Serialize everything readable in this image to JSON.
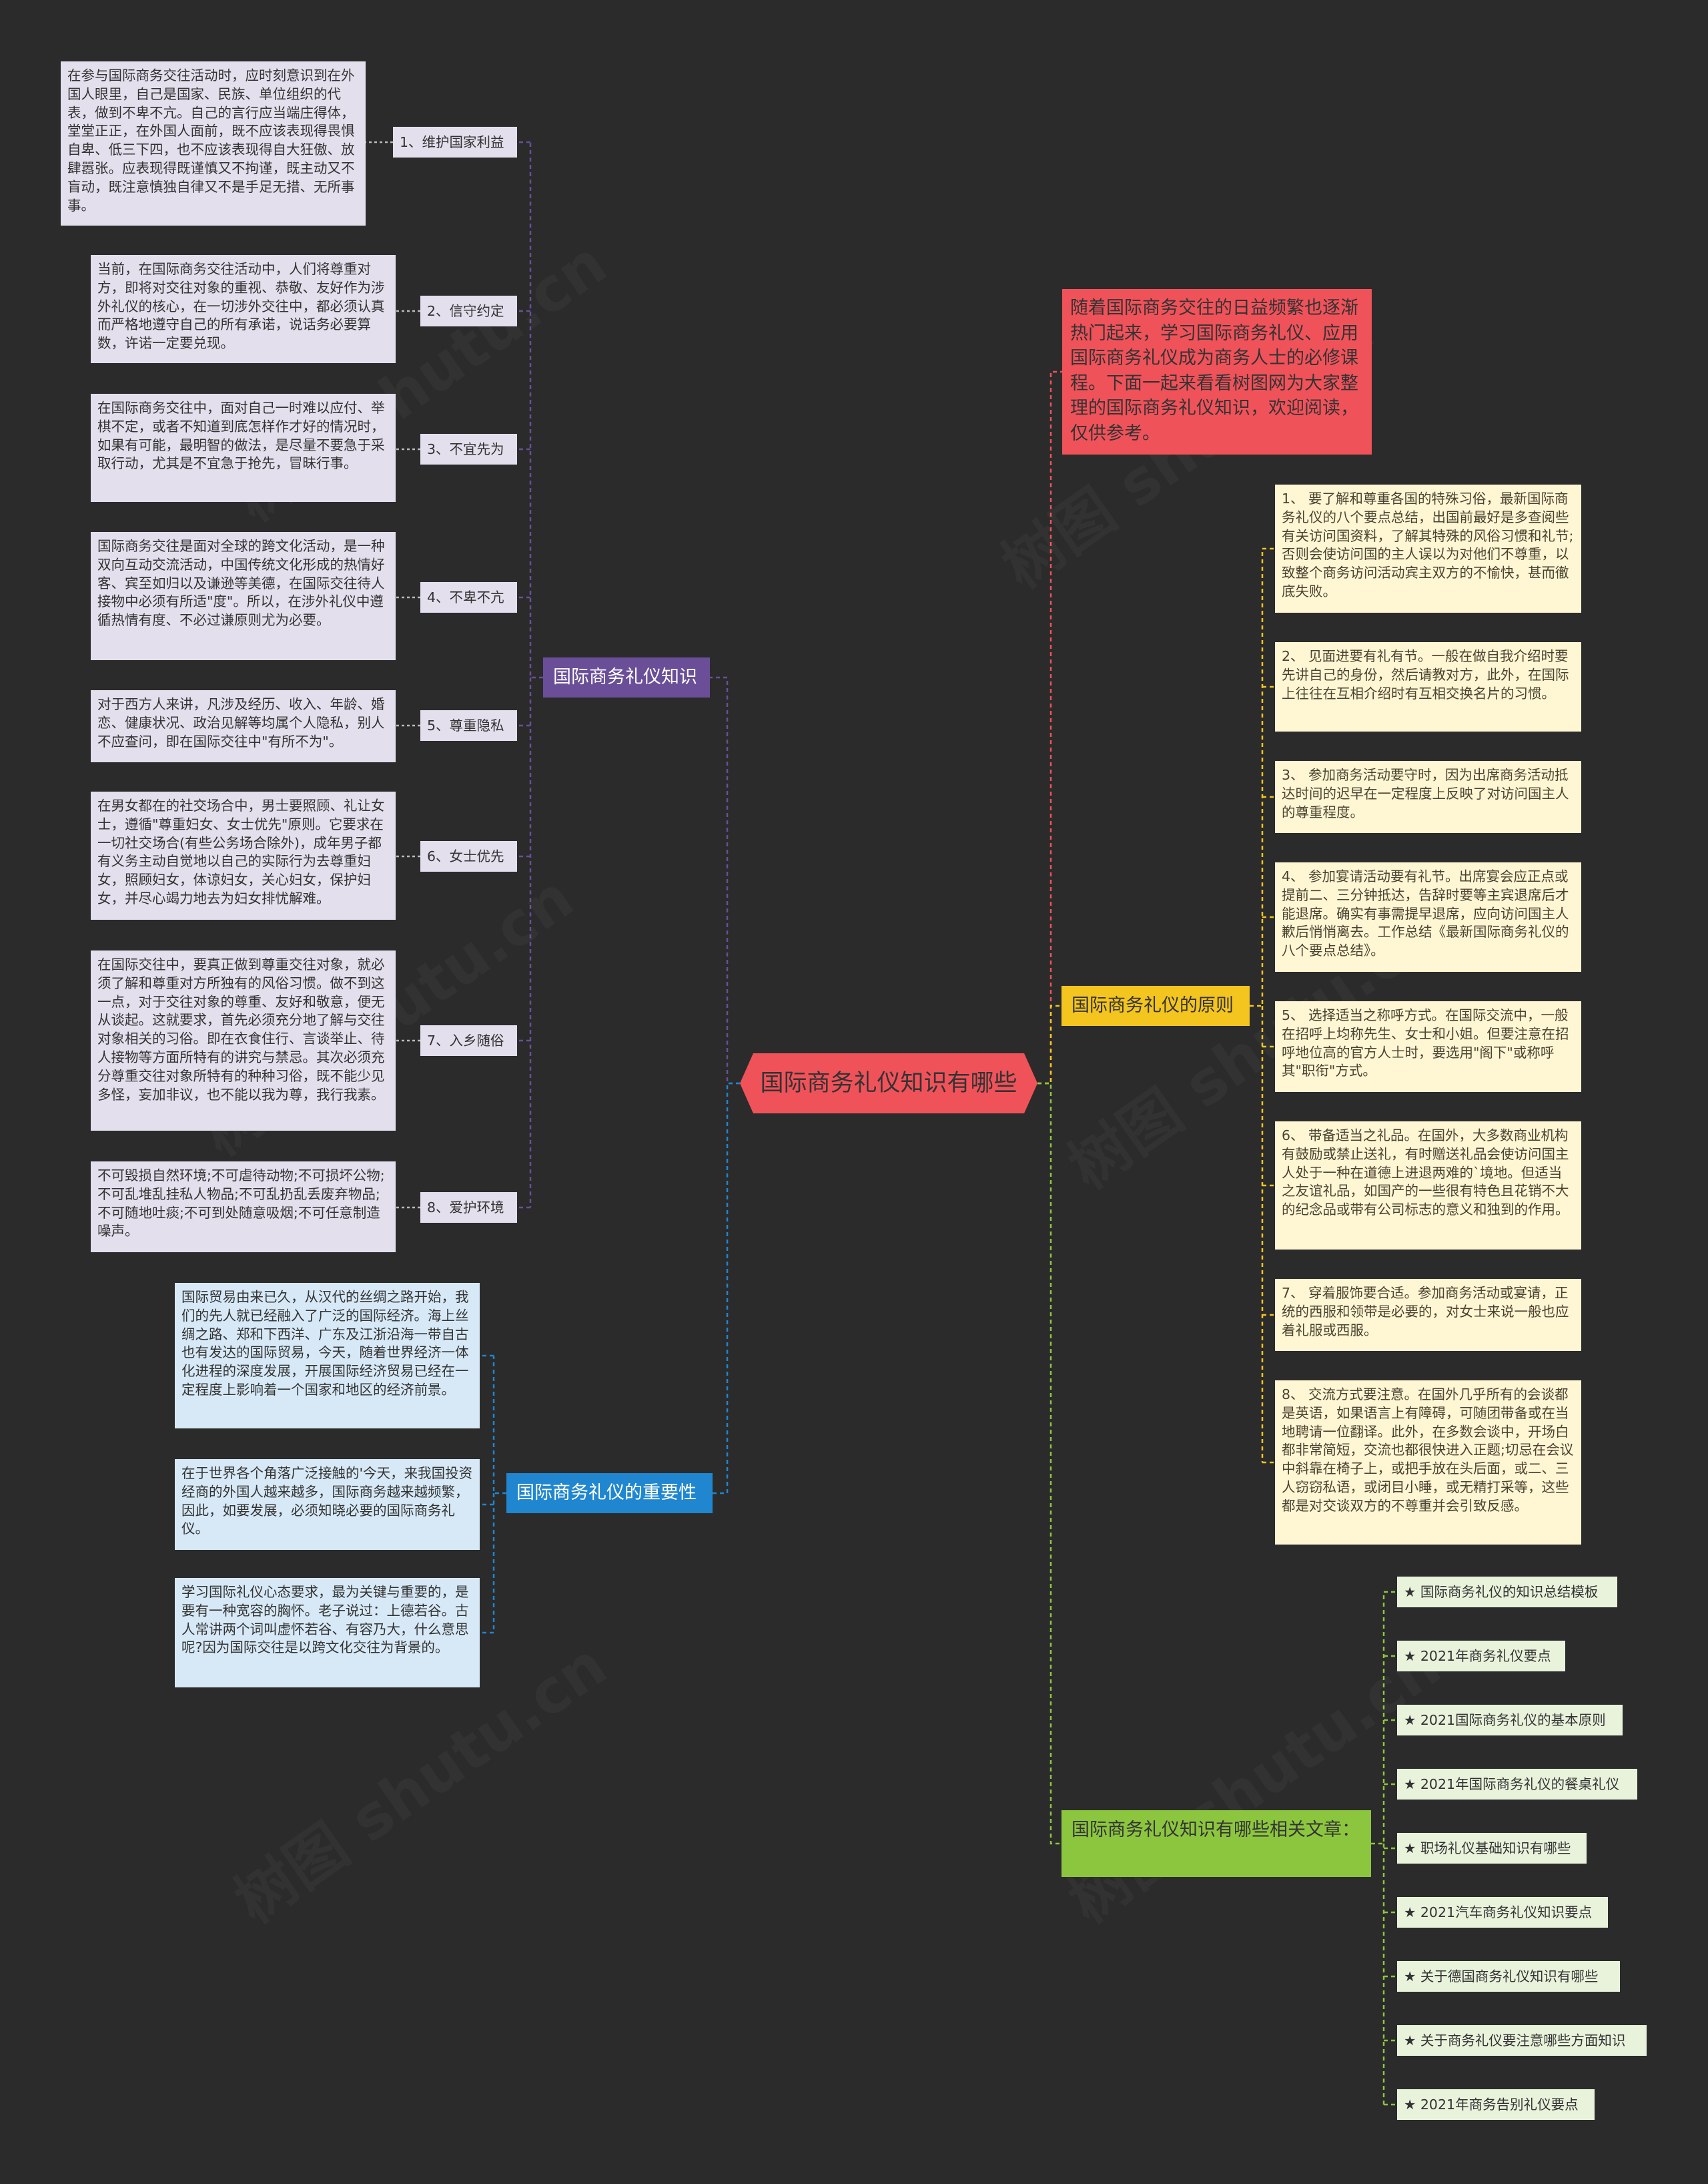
{
  "root": "国际商务礼仪知识有哪些",
  "intro": "随着国际商务交往的日益频繁也逐渐热门起来，学习国际商务礼仪、应用国际商务礼仪成为商务人士的必修课程。下面一起来看看树图网为大家整理的国际商务礼仪知识，欢迎阅读，仅供参考。",
  "branches": {
    "knowledge": {
      "label": "国际商务礼仪知识",
      "items": [
        {
          "label": "1、维护国家利益",
          "desc": "在参与国际商务交往活动时，应时刻意识到在外国人眼里，自己是国家、民族、单位组织的代表，做到不卑不亢。自己的言行应当端庄得体，堂堂正正，在外国人面前，既不应该表现得畏惧自卑、低三下四，也不应该表现得自大狂傲、放肆嚣张。应表现得既谨慎又不拘谨，既主动又不盲动，既注意慎独自律又不是手足无措、无所事事。"
        },
        {
          "label": "2、信守约定",
          "desc": "当前，在国际商务交往活动中，人们将尊重对方，即将对交往对象的重视、恭敬、友好作为涉外礼仪的核心，在一切涉外交往中，都必须认真而严格地遵守自己的所有承诺，说话务必要算数，许诺一定要兑现。"
        },
        {
          "label": "3、不宜先为",
          "desc": "在国际商务交往中，面对自己一时难以应付、举棋不定，或者不知道到底怎样作才好的情况时，如果有可能，最明智的做法，是尽量不要急于采取行动，尤其是不宜急于抢先，冒昧行事。"
        },
        {
          "label": "4、不卑不亢",
          "desc": "国际商务交往是面对全球的跨文化活动，是一种双向互动交流活动，中国传统文化形成的热情好客、宾至如归以及谦逊等美德，在国际交往待人接物中必须有所适\"度\"。所以，在涉外礼仪中遵循热情有度、不必过谦原则尤为必要。"
        },
        {
          "label": "5、尊重隐私",
          "desc": "对于西方人来讲，凡涉及经历、收入、年龄、婚恋、健康状况、政治见解等均属个人隐私，别人不应查问，即在国际交往中\"有所不为\"。"
        },
        {
          "label": "6、女士优先",
          "desc": "在男女都在的社交场合中，男士要照顾、礼让女士，遵循\"尊重妇女、女士优先\"原则。它要求在一切社交场合(有些公务场合除外)，成年男子都有义务主动自觉地以自己的实际行为去尊重妇女，照顾妇女，体谅妇女，关心妇女，保护妇女，并尽心竭力地去为妇女排忧解难。"
        },
        {
          "label": "7、入乡随俗",
          "desc": "在国际交往中，要真正做到尊重交往对象，就必须了解和尊重对方所独有的风俗习惯。做不到这一点，对于交往对象的尊重、友好和敬意，便无从谈起。这就要求，首先必须充分地了解与交往对象相关的习俗。即在衣食住行、言谈举止、待人接物等方面所特有的讲究与禁忌。其次必须充分尊重交往对象所特有的种种习俗，既不能少见多怪，妄加非议，也不能以我为尊，我行我素。"
        },
        {
          "label": "8、爱护环境",
          "desc": "不可毁损自然环境;不可虐待动物;不可损坏公物;不可乱堆乱挂私人物品;不可乱扔乱丢废弃物品;不可随地吐痰;不可到处随意吸烟;不可任意制造噪声。"
        }
      ]
    },
    "importance": {
      "label": "国际商务礼仪的重要性",
      "items": [
        "国际贸易由来已久，从汉代的丝绸之路开始，我们的先人就已经融入了广泛的国际经济。海上丝绸之路、郑和下西洋、广东及江浙沿海一带自古也有发达的国际贸易，今天，随着世界经济一体化进程的深度发展，开展国际经济贸易已经在一定程度上影响着一个国家和地区的经济前景。",
        "在于世界各个角落广泛接触的'今天，来我国投资经商的外国人越来越多，国际商务越来越频繁，因此，如要发展，必须知晓必要的国际商务礼仪。",
        "学习国际礼仪心态要求，最为关键与重要的，是要有一种宽容的胸怀。老子说过：上德若谷。古人常讲两个词叫虚怀若谷、有容乃大，什么意思呢?因为国际交往是以跨文化交往为背景的。"
      ]
    },
    "principles": {
      "label": "国际商务礼仪的原则",
      "items": [
        "1、 要了解和尊重各国的特殊习俗，最新国际商务礼仪的八个要点总结，出国前最好是多查阅些有关访问国资料，了解其特殊的风俗习惯和礼节;否则会使访问国的主人误以为对他们不尊重，以致整个商务访问活动宾主双方的不愉快，甚而徹底失败。",
        "2、 见面进要有礼有节。一般在做自我介绍时要先讲自己的身份，然后请教对方，此外，在国际上往往在互相介绍时有互相交换名片的习惯。",
        "3、 参加商务活动要守时，因为出席商务活动抵达时间的迟早在一定程度上反映了对访问国主人的尊重程度。",
        "4、 参加宴请活动要有礼节。出席宴会应正点或提前二、三分钟抵达，告辞时要等主宾退席后才能退席。确实有事需提早退席，应向访问国主人歉后悄悄离去。工作总结《最新国际商务礼仪的八个要点总结》。",
        "5、 选择适当之称呼方式。在国际交流中，一般在招呼上均称先生、女士和小姐。但要注意在招呼地位高的官方人士时，要选用\"阁下\"或称呼其\"职衔\"方式。",
        "6、 带备适当之礼品。在国外，大多数商业机构有鼓励或禁止送礼，有时赠送礼品会使访问国主人处于一种在道德上进退两难的`境地。但适当之友谊礼品，如国产的一些很有特色且花销不大的纪念品或带有公司标志的意义和独到的作用。",
        "7、 穿着服饰要合适。参加商务活动或宴请，正统的西服和领带是必要的，对女士来说一般也应着礼服或西服。",
        "8、 交流方式要注意。在国外几乎所有的会谈都是英语，如果语言上有障碍，可随团带备或在当地聘请一位翻译。此外，在多数会谈中，开场白都非常简短，交流也都很快进入正题;切忌在会议中斜靠在椅子上，或把手放在头后面，或二、三人窃窃私语，或闭目小睡，或无精打采等，这些都是对交谈双方的不尊重并会引致反感。"
      ]
    },
    "related": {
      "label": "国际商务礼仪知识有哪些相关文章：",
      "items": [
        "★ 国际商务礼仪的知识总结模板",
        "★ 2021年商务礼仪要点",
        "★ 2021国际商务礼仪的基本原则",
        "★ 2021年国际商务礼仪的餐桌礼仪",
        "★ 职场礼仪基础知识有哪些",
        "★ 2021汽车商务礼仪知识要点",
        "★ 关于德国商务礼仪知识有哪些",
        "★ 关于商务礼仪要注意哪些方面知识",
        "★ 2021年商务告别礼仪要点"
      ]
    }
  },
  "colors": {
    "background": "#2b2b2b",
    "root": "#f0525a",
    "knowledge": "#6a4f98",
    "importance": "#1f86cf",
    "principles": "#f4c51e",
    "related": "#8cc63f"
  },
  "watermark": "树图 shutu.cn"
}
